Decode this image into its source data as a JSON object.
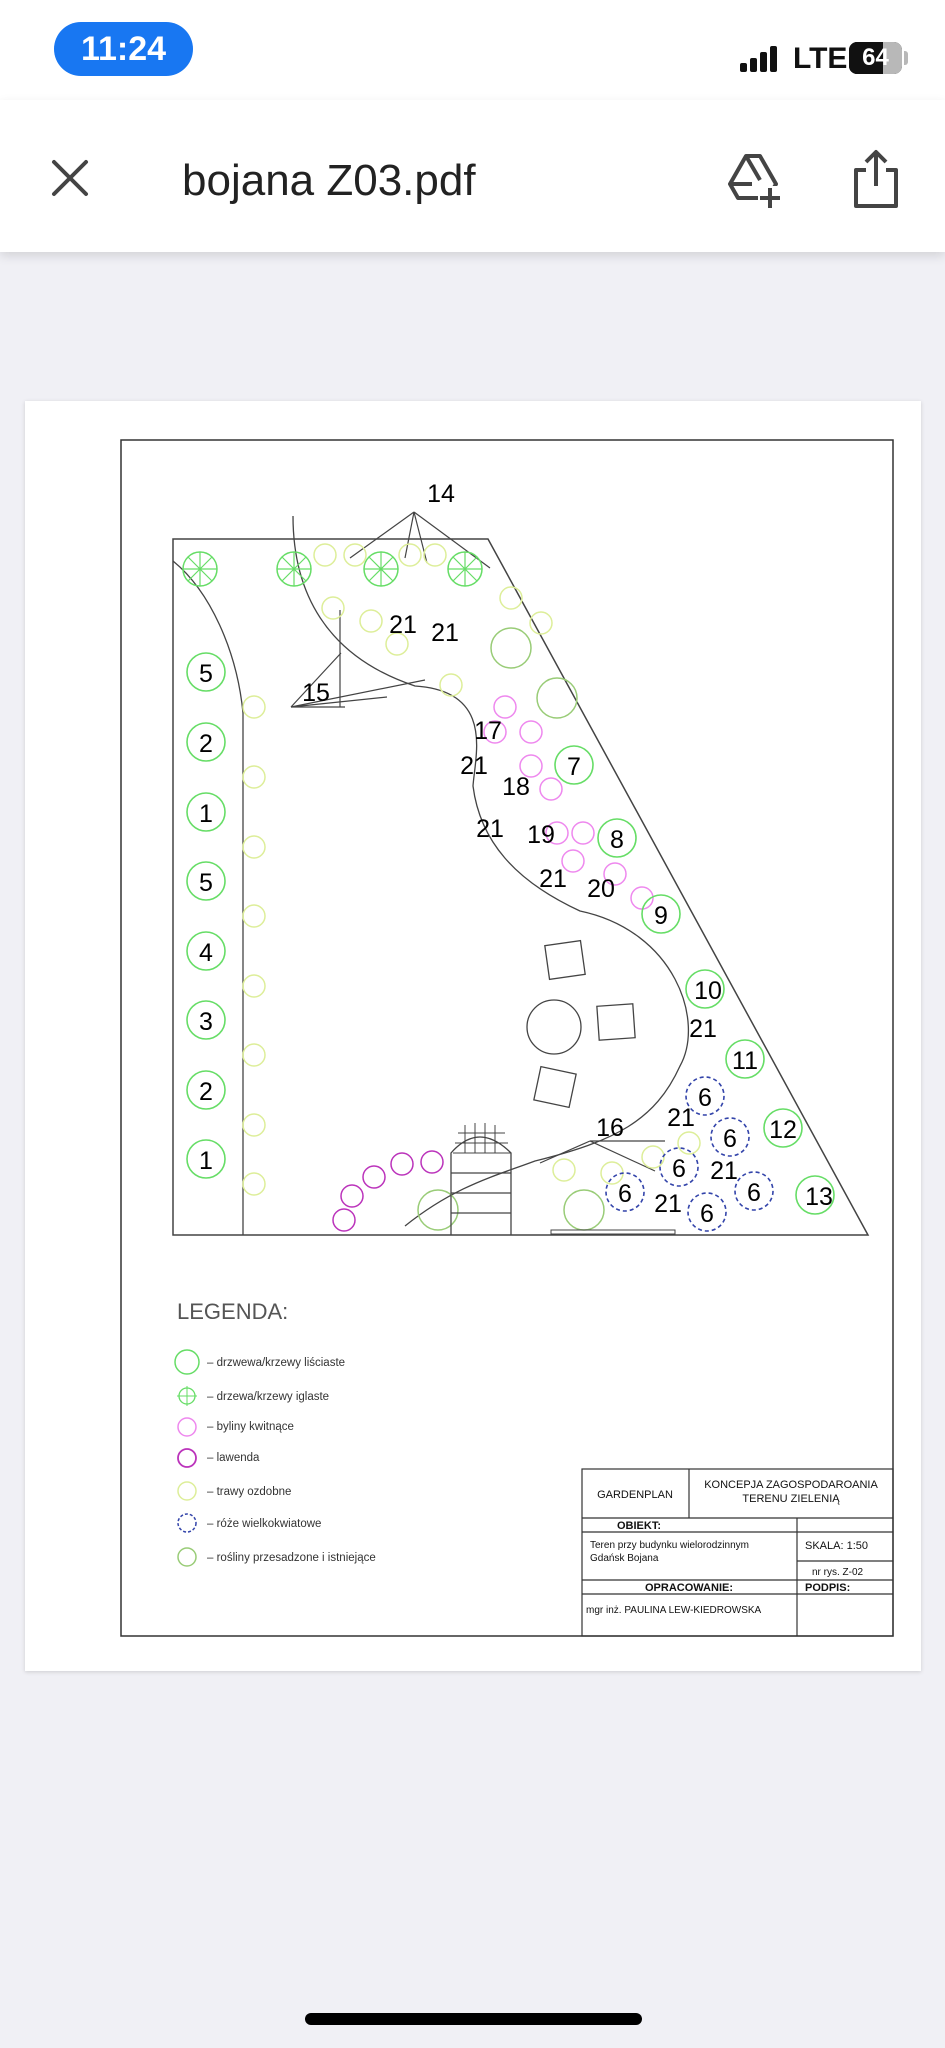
{
  "status_bar": {
    "time": "11:24",
    "network": "LTE",
    "battery": "64",
    "battery_level": 0.64
  },
  "header": {
    "title": "bojana Z03.pdf",
    "close_icon": "close-icon",
    "add_to_drive_icon": "add-to-drive-icon",
    "share_icon": "share-icon"
  },
  "plan": {
    "colors": {
      "deciduous": "#66dd66",
      "conifer": "#66dd66",
      "perennials": "#ee88ee",
      "lavender": "#bb33bb",
      "grasses": "#ddee99",
      "roses": "#3344aa",
      "existing": "#99cc77",
      "line": "#000000"
    },
    "numbers": {
      "n14": "14",
      "n15": "15",
      "n16": "16",
      "n21a": "21",
      "n21b": "21",
      "n17": "17",
      "n21c": "21",
      "n18": "18",
      "n21d": "21",
      "n19": "19",
      "n21e": "21",
      "n20": "20",
      "n7": "7",
      "n8": "8",
      "n9": "9",
      "n10": "10",
      "n21f": "21",
      "n11": "11",
      "n12": "12",
      "n13": "13",
      "n21g": "21",
      "n21h": "21",
      "n21i": "21",
      "n6a": "6",
      "n6b": "6",
      "n6c": "6",
      "n6d": "6",
      "n6e": "6",
      "n6f": "6",
      "left_col": [
        "5",
        "2",
        "1",
        "5",
        "4",
        "3",
        "2",
        "1"
      ]
    },
    "legend": {
      "title": "LEGENDA:",
      "items": [
        "– drzwewa/krzewy liściaste",
        "– drzewa/krzewy iglaste",
        "– byliny kwitnące",
        "– lawenda",
        "– trawy ozdobne",
        "– róże wielkokwiatowe",
        "– rośliny przesadzone i istniejące"
      ]
    },
    "titleblock": {
      "company": "GARDENPLAN",
      "concept_line1": "KONCEPJA ZAGOSPODAROANIA",
      "concept_line2": "TERENU ZIELENIĄ",
      "object_label": "OBIEKT:",
      "object_line1": "Teren przy budynku wielorodzinnym",
      "object_line2": "Gdańsk Bojana",
      "scale": "SKALA: 1:50",
      "drawing_no": "nr rys. Z-02",
      "prepared_label": "OPRACOWANIE:",
      "signature_label": "PODPIS:",
      "author": "mgr inż. PAULINA LEW-KIEDROWSKA"
    }
  }
}
